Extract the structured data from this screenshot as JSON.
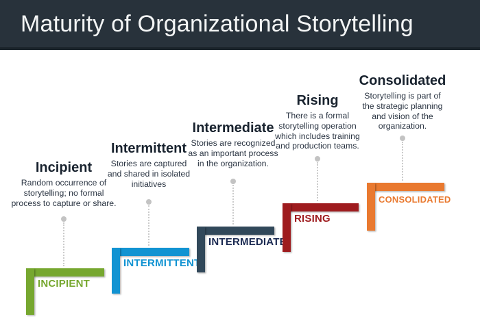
{
  "header": {
    "title": "Maturity of Organizational Storytelling"
  },
  "palette": {
    "header_bg": "#28323B",
    "header_border": "#1B242B",
    "title_color": "#F3F5F5",
    "heading_color": "#18222E",
    "description_color": "#2A3442",
    "connector_gray": "#C3C3C3"
  },
  "stages": [
    {
      "name": "Incipient",
      "label": "INCIPIENT",
      "description": "Random occurrence of\nstorytelling; no formal\nprocess to capture or share.",
      "color": "#76A72F",
      "label_color": "#76A72F"
    },
    {
      "name": "Intermittent",
      "label": "INTERMITTENT",
      "description": "Stories are captured\nand shared in isolated\ninitiatives",
      "color": "#1193D2",
      "label_color": "#1193D2"
    },
    {
      "name": "Intermediate",
      "label": "INTERMEDIATE",
      "description": "Stories are recognized\nas an important process\nin the organization.",
      "color": "#31485A",
      "label_color": "#1B2A52"
    },
    {
      "name": "Rising",
      "label": "RISING",
      "description": "There is a formal\nstorytelling operation\nwhich includes training\nand production teams.",
      "color": "#9E1B1E",
      "label_color": "#9E1B1E"
    },
    {
      "name": "Consolidated",
      "label": "CONSOLIDATED",
      "description": "Storytelling is part of\nthe strategic planning\nand vision of the\norganization.",
      "color": "#E9792F",
      "label_color": "#E9792F"
    }
  ]
}
